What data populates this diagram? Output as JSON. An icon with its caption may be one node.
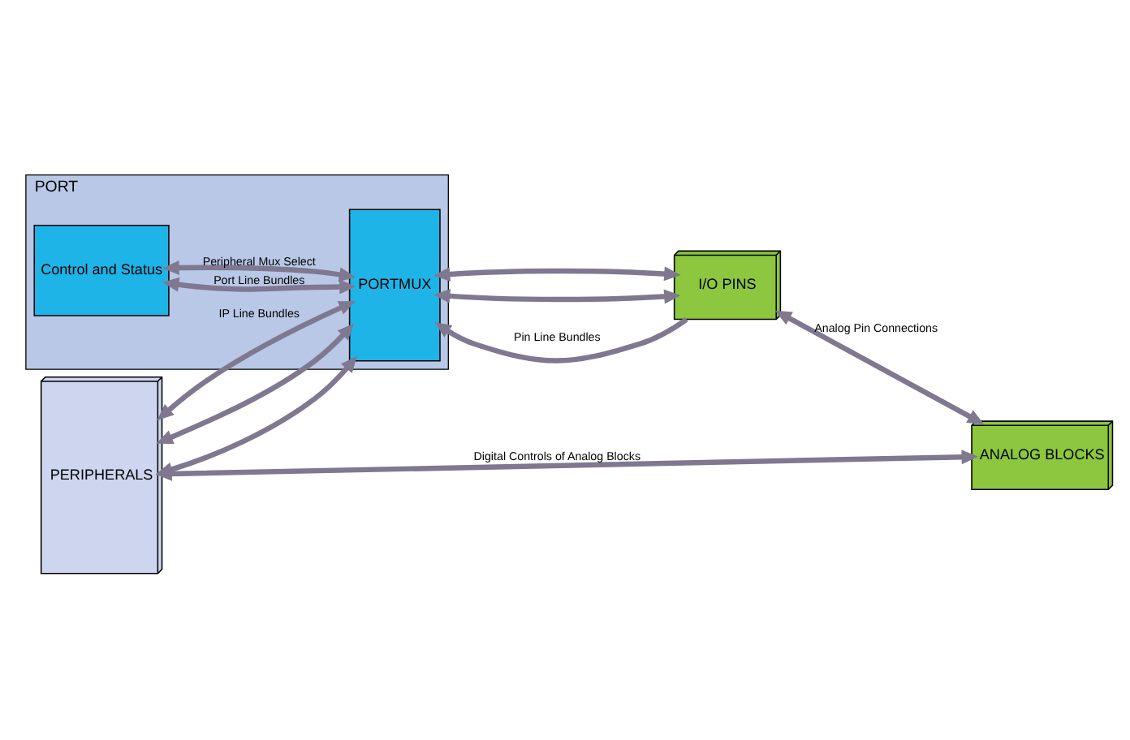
{
  "diagram": {
    "nodes": [
      {
        "text": [
          "PORT"
        ]
      },
      {
        "text": [
          "Control and Status"
        ],
        "in": 0
      },
      {
        "text": [
          "PORTMUX"
        ],
        "in": 0
      },
      {
        "text": [
          "PERIPHERALS"
        ]
      },
      {
        "text": [
          "I/O PINS"
        ]
      },
      {
        "text": [
          "ANALOG BLOCKS"
        ]
      }
    ],
    "edges": [
      {
        "from": 2,
        "to": 1,
        "arrow": "both",
        "label": "Peripheral Mux Select"
      },
      {
        "from": 1,
        "to": 2,
        "arrow": "both",
        "label": "Port Line Bundles"
      },
      {
        "from": 3,
        "to": 2,
        "arrow": "both",
        "label": "IP Line Bundles"
      },
      {
        "from": 3,
        "to": 2,
        "arrow": "both"
      },
      {
        "from": 3,
        "to": 2,
        "arrow": "both"
      },
      {
        "from": 4,
        "to": 2,
        "arrow": "to",
        "label": "Pin Line Bundles"
      },
      {
        "from": 2,
        "to": 4,
        "arrow": "both"
      },
      {
        "from": 2,
        "to": 4,
        "arrow": "both"
      },
      {
        "from": 4,
        "to": 5,
        "arrow": "both",
        "label": "Analog Pin Connections"
      },
      {
        "from": 3,
        "to": 5,
        "arrow": "both",
        "label": "Digital Controls of Analog Blocks"
      }
    ]
  }
}
